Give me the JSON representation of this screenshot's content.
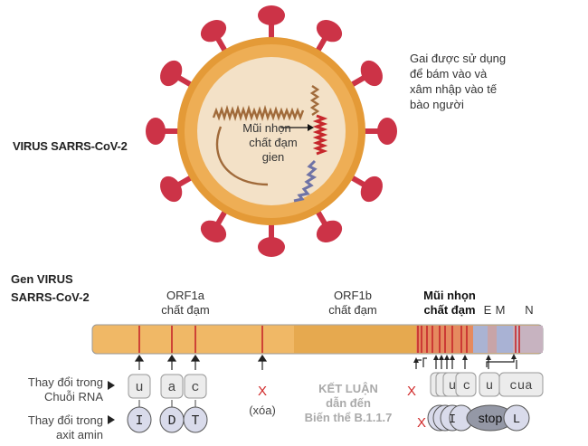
{
  "virus": {
    "title": "VIRUS SARRS-CoV-2",
    "inner_text": [
      "Mũi nhọn",
      "chất đạm",
      "gien"
    ],
    "spike_note": [
      "Gai được sử dụng",
      "để bám vào và",
      "xâm nhập vào tế",
      "bào người"
    ]
  },
  "gene": {
    "title": [
      "Gen VIRUS",
      "SARRS-CoV-2"
    ],
    "orf1a": [
      "ORF1a",
      "chất đạm"
    ],
    "orf1b": [
      "ORF1b",
      "chất đạm"
    ],
    "spike": [
      "Mũi nhọn",
      "chất đạm"
    ],
    "e": "E",
    "m": "M",
    "n": "N"
  },
  "rows": {
    "rna_label": [
      "Thay đổi trong",
      "Chuỗi RNA"
    ],
    "amino_label": [
      "Thay đổi trong",
      "axit amin"
    ]
  },
  "rna_changes": [
    "u",
    "a",
    "c"
  ],
  "amino_changes": [
    "I",
    "D",
    "T"
  ],
  "deletion": {
    "mark": "X",
    "label": "(xóa)"
  },
  "conclusion": [
    "KẾT LUẬN",
    "dẫn đến",
    "Biến thể B.1.1.7"
  ],
  "right_cluster": {
    "x_marks": [
      "X",
      "X"
    ],
    "rna": [
      "u",
      "c",
      "u",
      "cua"
    ],
    "amino": [
      "I",
      "stop",
      "L"
    ]
  },
  "colors": {
    "virus_rim": "#e49a37",
    "virus_inner": "#f3e1c7",
    "spike": "#cc3347",
    "gene_bar": "#f0b866",
    "orf1b": "#e6a94f",
    "mutation_line": "#c6262b",
    "box_fill": "#ececec",
    "amino_fill": "#d9dbeb"
  }
}
